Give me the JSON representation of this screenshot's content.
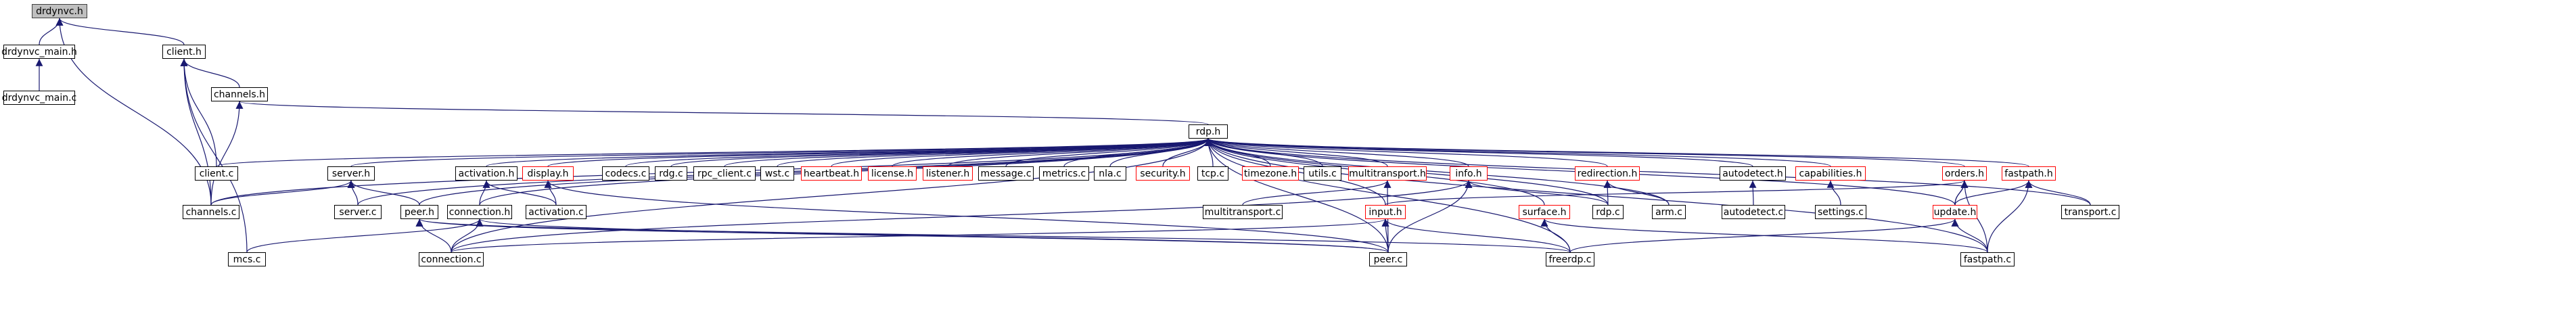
{
  "graph": {
    "colors": {
      "edge": "#191970",
      "node_border": "#000000",
      "node_border_incomplete": "#ff0000",
      "current_fill": "#bfbfbf"
    },
    "nodes": {
      "drdynvc_h": "drdynvc.h",
      "client_h": "client.h",
      "drdynvc_main_h": "drdynvc_main.h",
      "drdynvc_main_c": "drdynvc_main.c",
      "channels_h": "channels.h",
      "rdp_h": "rdp.h",
      "client_c": "client.c",
      "server_h": "server.h",
      "activation_h": "activation.h",
      "display_h": "display.h",
      "codecs_c": "codecs.c",
      "rdg_c": "rdg.c",
      "rpc_client_c": "rpc_client.c",
      "wst_c": "wst.c",
      "heartbeat_h": "heartbeat.h",
      "license_h": "license.h",
      "listener_h": "listener.h",
      "message_c": "message.c",
      "metrics_c": "metrics.c",
      "nla_c": "nla.c",
      "security_h": "security.h",
      "tcp_c": "tcp.c",
      "timezone_h": "timezone.h",
      "utils_c": "utils.c",
      "multitransport_h": "multitransport.h",
      "info_h": "info.h",
      "redirection_h": "redirection.h",
      "autodetect_h": "autodetect.h",
      "capabilities_h": "capabilities.h",
      "orders_h": "orders.h",
      "fastpath_h": "fastpath.h",
      "channels_c": "channels.c",
      "server_c": "server.c",
      "peer_h": "peer.h",
      "connection_h": "connection.h",
      "activation_c": "activation.c",
      "multitransport_c": "multitransport.c",
      "input_h": "input.h",
      "surface_h": "surface.h",
      "rdp_c": "rdp.c",
      "arm_c": "arm.c",
      "autodetect_c": "autodetect.c",
      "settings_c": "settings.c",
      "update_h": "update.h",
      "transport_c": "transport.c",
      "mcs_c": "mcs.c",
      "connection_c": "connection.c",
      "peer_c": "peer.c",
      "freerdp_c": "freerdp.c",
      "fastpath_c": "fastpath.c"
    }
  }
}
